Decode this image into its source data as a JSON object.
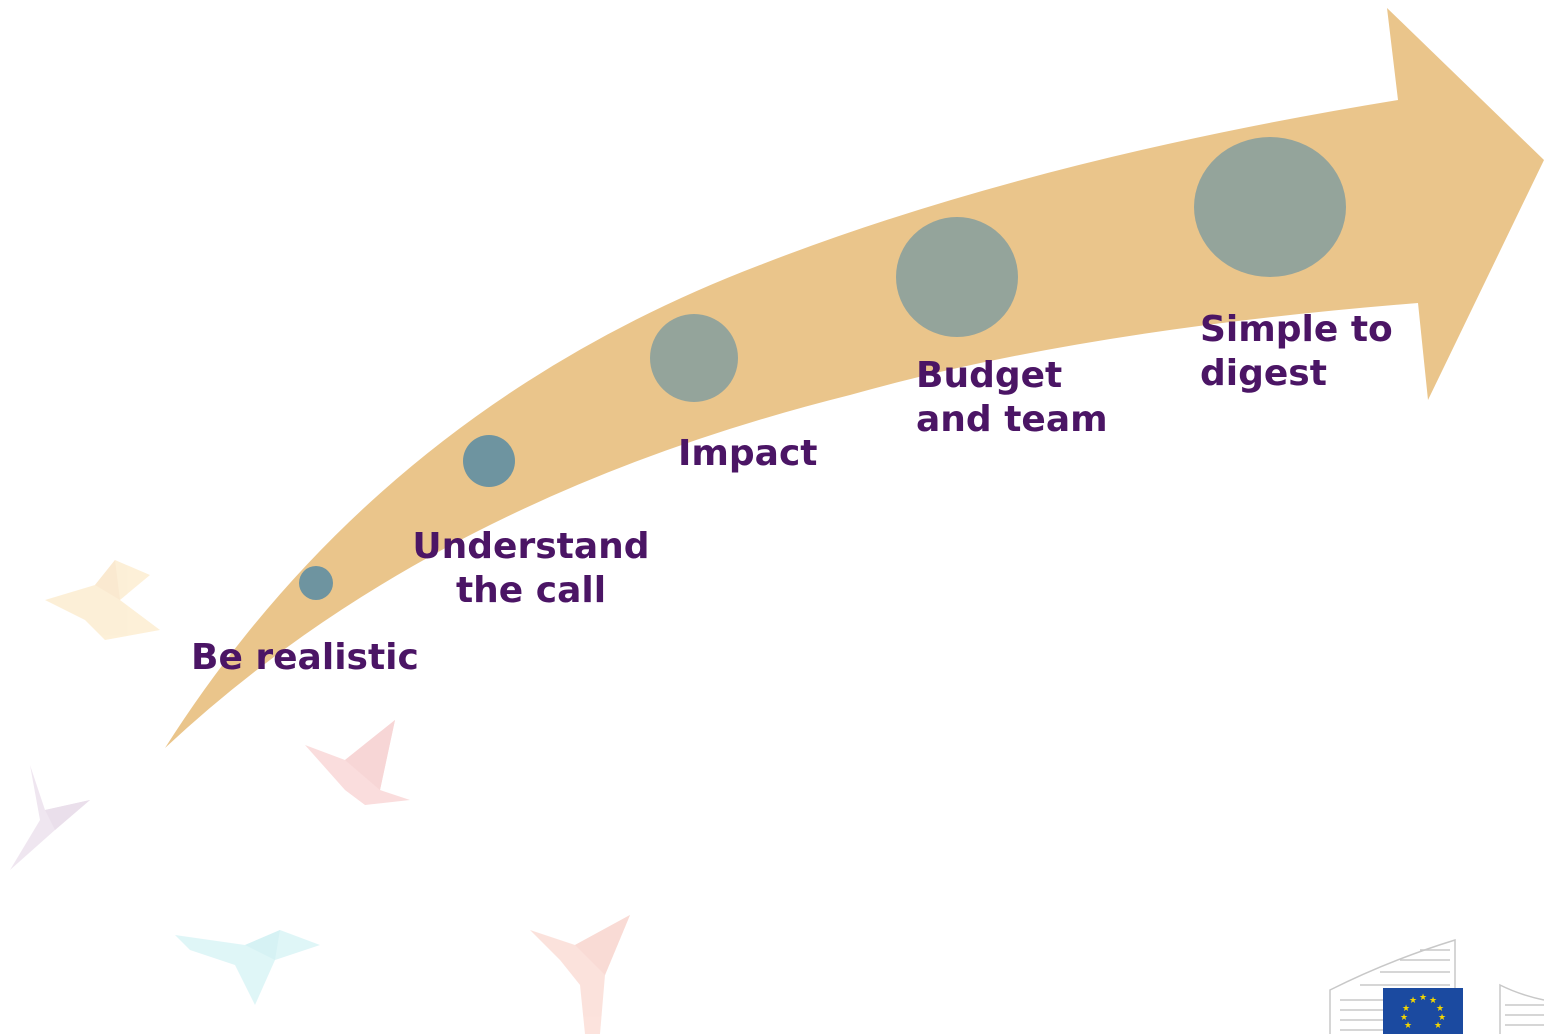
{
  "colors": {
    "arrow": "#EAC58B",
    "circle_small": "#6E94A0",
    "circle_large": "#94A49B",
    "label": "#4B1565"
  },
  "steps": [
    {
      "label": "Be realistic"
    },
    {
      "label": "Understand\nthe call"
    },
    {
      "label": "Impact"
    },
    {
      "label": "Budget\nand team"
    },
    {
      "label": "Simple to\ndigest"
    }
  ],
  "decorations": {
    "background_icon": "origami-bird-icon",
    "logo_icon": "eu-flag-logo-icon"
  }
}
